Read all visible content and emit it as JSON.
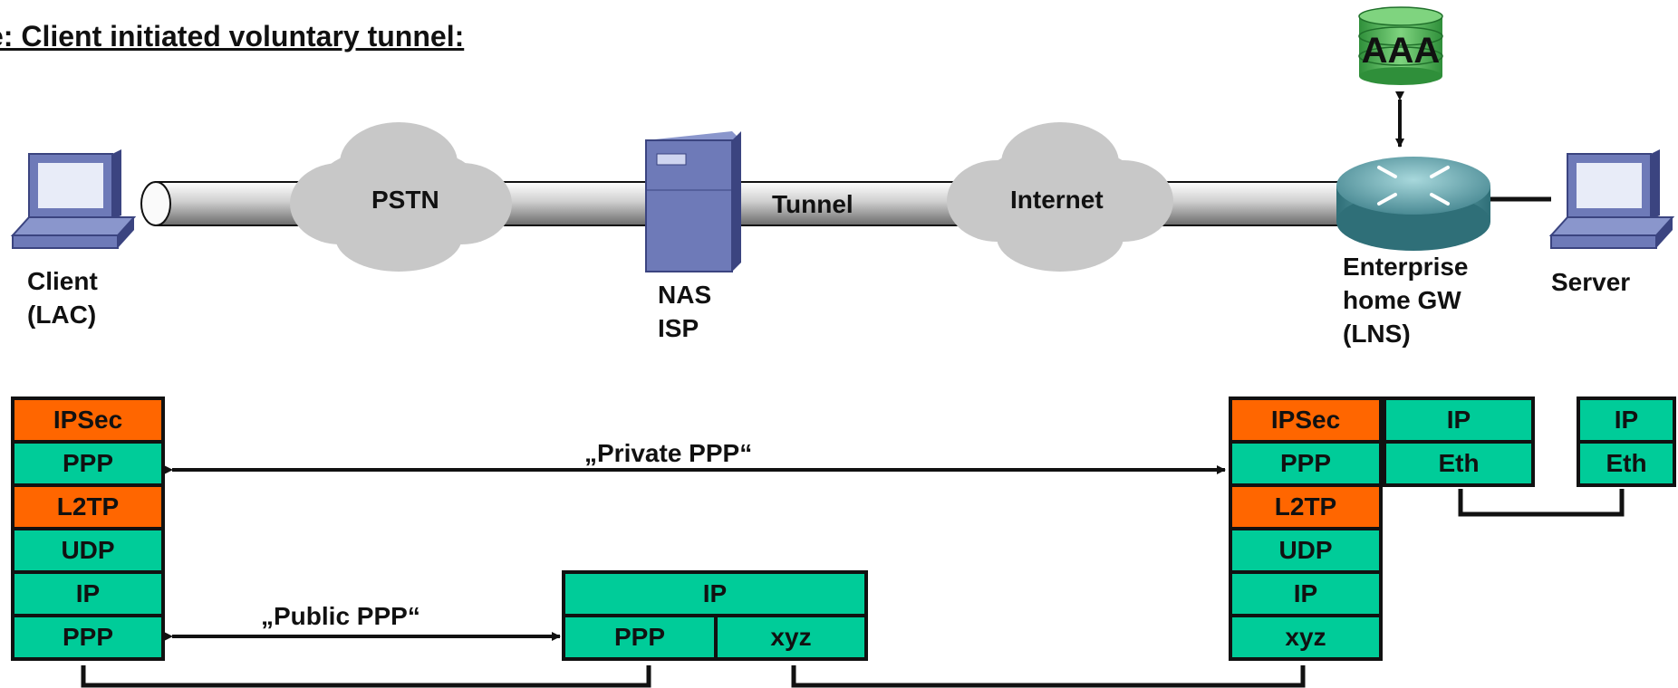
{
  "title": "nple: Client initiated voluntary tunnel:",
  "colors": {
    "protocol_green": "#00cc99",
    "protocol_orange": "#ff6600",
    "cloud": "#c8c8c8",
    "pc_body": "#6e7ab8",
    "router": "#5ea0a8",
    "aaa_db": "#3fb04a"
  },
  "clouds": {
    "pstn": "PSTN",
    "internet": "Internet"
  },
  "tunnel_label": "Tunnel",
  "aaa_label": "AAA",
  "nodes": {
    "client": "Client\n(LAC)",
    "nas": "NAS\nISP",
    "gateway": "Enterprise\nhome GW\n(LNS)",
    "server": "Server"
  },
  "sessions": {
    "private_ppp": "„Private PPP“",
    "public_ppp": "„Public PPP“"
  },
  "stacks": {
    "client": [
      "IPSec",
      "PPP",
      "L2TP",
      "UDP",
      "IP",
      "PPP"
    ],
    "nas_top": "IP",
    "nas_bottom": [
      "PPP",
      "xyz"
    ],
    "gw_left": [
      "IPSec",
      "PPP",
      "L2TP",
      "UDP",
      "IP",
      "xyz"
    ],
    "gw_right": [
      "IP",
      "Eth"
    ],
    "server": [
      "IP",
      "Eth"
    ]
  }
}
